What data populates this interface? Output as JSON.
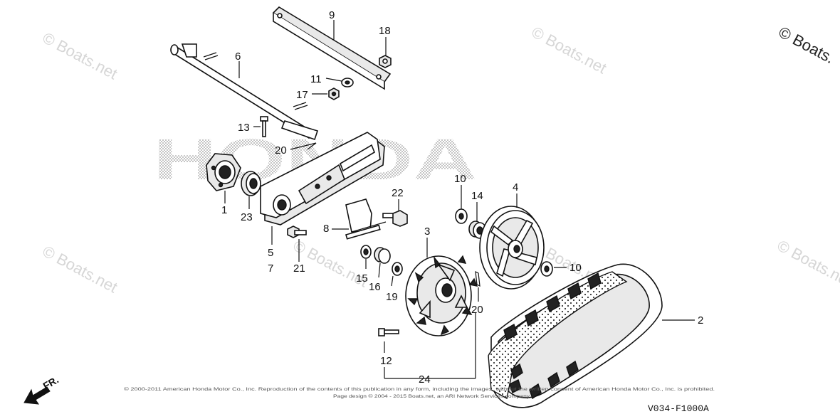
{
  "watermarks": [
    "© Boats.net",
    "© Boats.net",
    "© Boats.net",
    "© Boats.net",
    "© Boats.net",
    "© Boats."
  ],
  "brand_mark": "HONDA",
  "callouts": {
    "c1": "1",
    "c2": "2",
    "c3": "3",
    "c4": "4",
    "c5": "5",
    "c6": "6",
    "c7": "7",
    "c8": "8",
    "c9": "9",
    "c10a": "10",
    "c10b": "10",
    "c11": "11",
    "c12": "12",
    "c13": "13",
    "c14": "14",
    "c15": "15",
    "c16": "16",
    "c17": "17",
    "c18": "18",
    "c19": "19",
    "c20a": "20",
    "c20b": "20",
    "c21": "21",
    "c22": "22",
    "c23": "23",
    "c24": "24"
  },
  "front_indicator": "FR.",
  "diagram_code": "V034-F1000A",
  "copyright_line1": "© 2000-2011 American Honda Motor Co., Inc. Reproduction of the contents of this publication in any form, including the images, without the written consent of American Honda Motor Co., Inc. is prohibited.",
  "copyright_line2": "Page design © 2004 - 2015 Boats.net, an ARI Network Services company"
}
